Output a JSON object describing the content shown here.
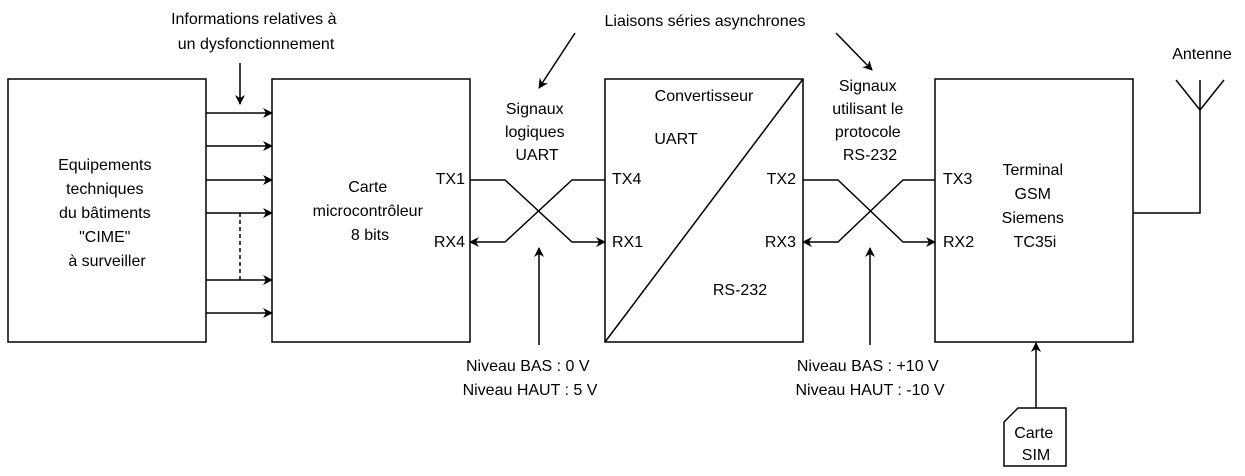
{
  "blocks": {
    "equipements": [
      "Equipements",
      "techniques",
      "du bâtiments",
      "\"CIME\"",
      "à surveiller"
    ],
    "carte": [
      "Carte",
      "microcontrôleur",
      "8 bits"
    ],
    "convertisseur_top": "Convertisseur",
    "convertisseur_uart": "UART",
    "convertisseur_rs232": "RS-232",
    "terminal": [
      "Terminal",
      "GSM",
      "Siemens",
      "TC35i"
    ],
    "sim": [
      "Carte",
      "SIM"
    ]
  },
  "annotations": {
    "dysfonctionnement": [
      "Informations relatives à",
      "un dysfonctionnement"
    ],
    "liaisons": "Liaisons séries asynchrones",
    "signaux_uart": [
      "Signaux",
      "logiques",
      "UART"
    ],
    "signaux_rs232": [
      "Signaux",
      "utilisant le",
      "protocole",
      "RS-232"
    ],
    "antenne": "Antenne"
  },
  "pins": {
    "tx1": "TX1",
    "rx4": "RX4",
    "tx4": "TX4",
    "rx1": "RX1",
    "tx2": "TX2",
    "rx3": "RX3",
    "tx3": "TX3",
    "rx2": "RX2"
  },
  "levels": {
    "uart": [
      "Niveau BAS : 0 V",
      "Niveau HAUT : 5 V"
    ],
    "rs232": [
      "Niveau BAS : +10 V",
      "Niveau HAUT : -10 V"
    ]
  }
}
